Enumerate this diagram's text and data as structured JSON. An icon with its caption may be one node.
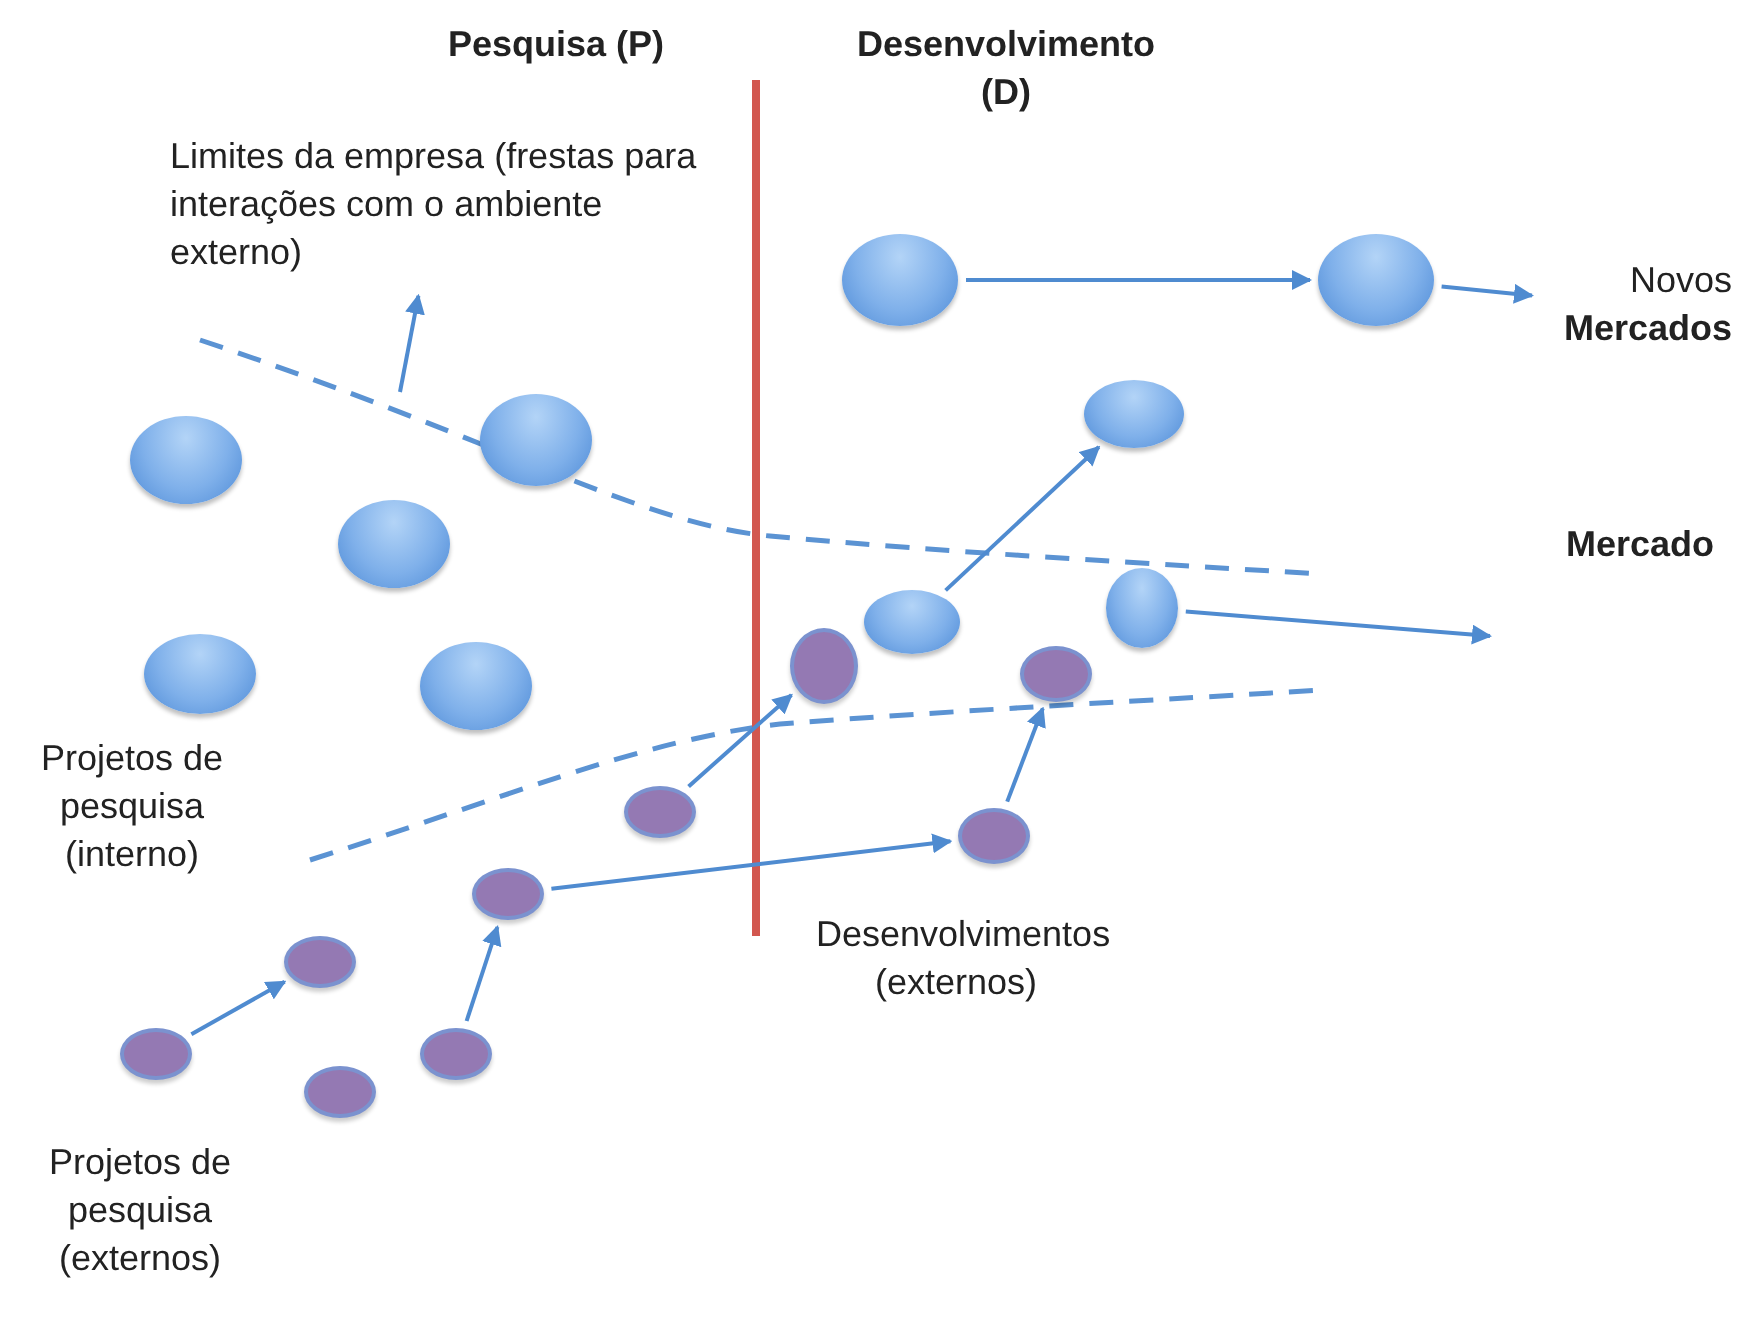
{
  "diagram": {
    "nodes": [
      {
        "text": [
          "Limites da empresa (frestas para interações com o ambiente externo)"
        ]
      },
      {
        "text": [],
        "shape": "circle"
      },
      {
        "text": [],
        "shape": "circle"
      },
      {
        "text": [
          "Novos **Mercados**"
        ]
      },
      {
        "text": [],
        "shape": "circle"
      },
      {
        "text": [],
        "shape": "circle"
      },
      {
        "text": [],
        "shape": "circle"
      },
      {
        "text": [],
        "shape": "circle"
      },
      {
        "text": [],
        "shape": "circle"
      },
      {
        "text": [],
        "shape": "circle"
      },
      {
        "text": [],
        "shape": "circle"
      },
      {
        "text": [],
        "shape": "circle"
      },
      {
        "text": [],
        "shape": "circle"
      },
      {
        "text": [],
        "shape": "circle"
      },
      {
        "text": [],
        "shape": "circle"
      },
      {
        "text": [],
        "shape": "circle"
      },
      {
        "text": [],
        "shape": "circle"
      },
      {
        "text": [],
        "shape": "circle"
      },
      {
        "text": [],
        "shape": "circle"
      },
      {
        "text": [],
        "shape": "circle"
      },
      {
        "text": [],
        "shape": "circle"
      }
    ],
    "edges": [
      {
        "from": null,
        "to": 0,
        "arrow": "to"
      },
      {
        "from": 1,
        "to": 2,
        "arrow": "to"
      },
      {
        "from": 2,
        "to": 3,
        "arrow": "to"
      },
      {
        "from": 9,
        "to": 4,
        "arrow": "to"
      },
      {
        "from": 8,
        "to": null,
        "arrow": "to"
      },
      {
        "from": 14,
        "to": 10,
        "arrow": "to"
      },
      {
        "from": 15,
        "to": 11,
        "arrow": "to"
      },
      {
        "from": 16,
        "to": 15,
        "arrow": "to"
      },
      {
        "from": 19,
        "to": 16,
        "arrow": "to"
      },
      {
        "from": 18,
        "to": 17,
        "arrow": "to"
      }
    ],
    "labels": [
      "Pesquisa (P)",
      "Desenvolvimento (D)",
      "Mercado",
      "Projetos de pesquisa (interno)",
      "Desenvolvimentos (externos)",
      "Projetos de pesquisa (externos)"
    ]
  }
}
